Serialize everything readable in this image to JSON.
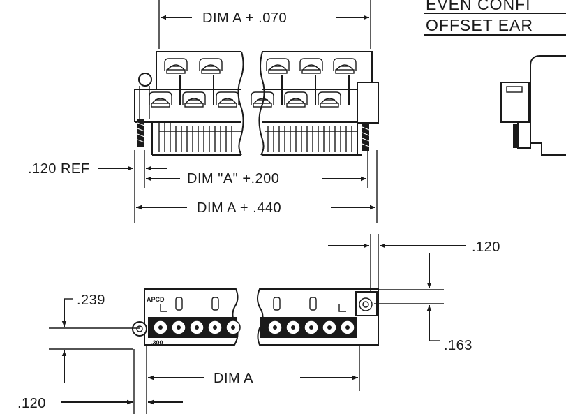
{
  "header": {
    "line1": "EVEN CONFI",
    "line2": "OFFSET EAR"
  },
  "top_view": {
    "dim_top": "DIM A + .070",
    "dim_ref": ".120 REF",
    "dim_mid": "DIM \"A\" +.200",
    "dim_bottom": "DIM A + .440"
  },
  "bottom_view": {
    "dim_right_gap": ".120",
    "dim_239": ".239",
    "dim_163": ".163",
    "dim_a": "DIM A",
    "dim_120_left": ".120",
    "label_apcd": "APCD",
    "label_300": ".300"
  },
  "colors": {
    "ink": "#1a1a1a",
    "paper": "#ffffff"
  }
}
